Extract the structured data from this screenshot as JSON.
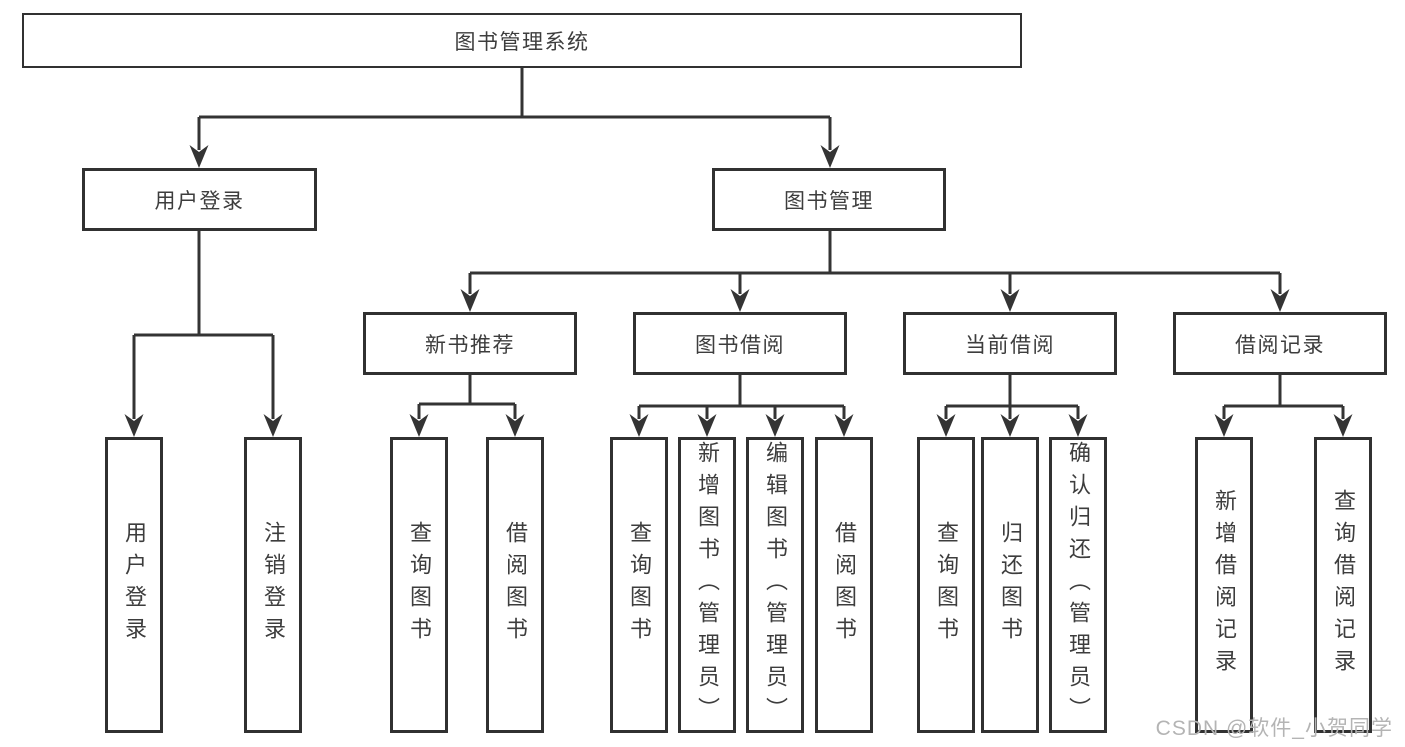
{
  "tree": {
    "root": {
      "label": "图书管理系统",
      "children": [
        {
          "label": "用户登录",
          "children": [
            {
              "label": "用户登录"
            },
            {
              "label": "注销登录"
            }
          ]
        },
        {
          "label": "图书管理",
          "children": [
            {
              "label": "新书推荐",
              "children": [
                {
                  "label": "查询图书"
                },
                {
                  "label": "借阅图书"
                }
              ]
            },
            {
              "label": "图书借阅",
              "children": [
                {
                  "label": "查询图书"
                },
                {
                  "label": "新增图书（管理员）"
                },
                {
                  "label": "编辑图书（管理员）"
                },
                {
                  "label": "借阅图书"
                }
              ]
            },
            {
              "label": "当前借阅",
              "children": [
                {
                  "label": "查询图书"
                },
                {
                  "label": "归还图书"
                },
                {
                  "label": "确认归还（管理员）"
                }
              ]
            },
            {
              "label": "借阅记录",
              "children": [
                {
                  "label": "新增借阅记录"
                },
                {
                  "label": "查询借阅记录"
                }
              ]
            }
          ]
        }
      ]
    }
  },
  "watermark": {
    "text": "CSDN @软件_小贺同学"
  },
  "colors": {
    "line": "#343434",
    "border": "#313131",
    "text": "#3d3d3d",
    "watermark": "#b4b4b4",
    "background": "#ffffff"
  }
}
